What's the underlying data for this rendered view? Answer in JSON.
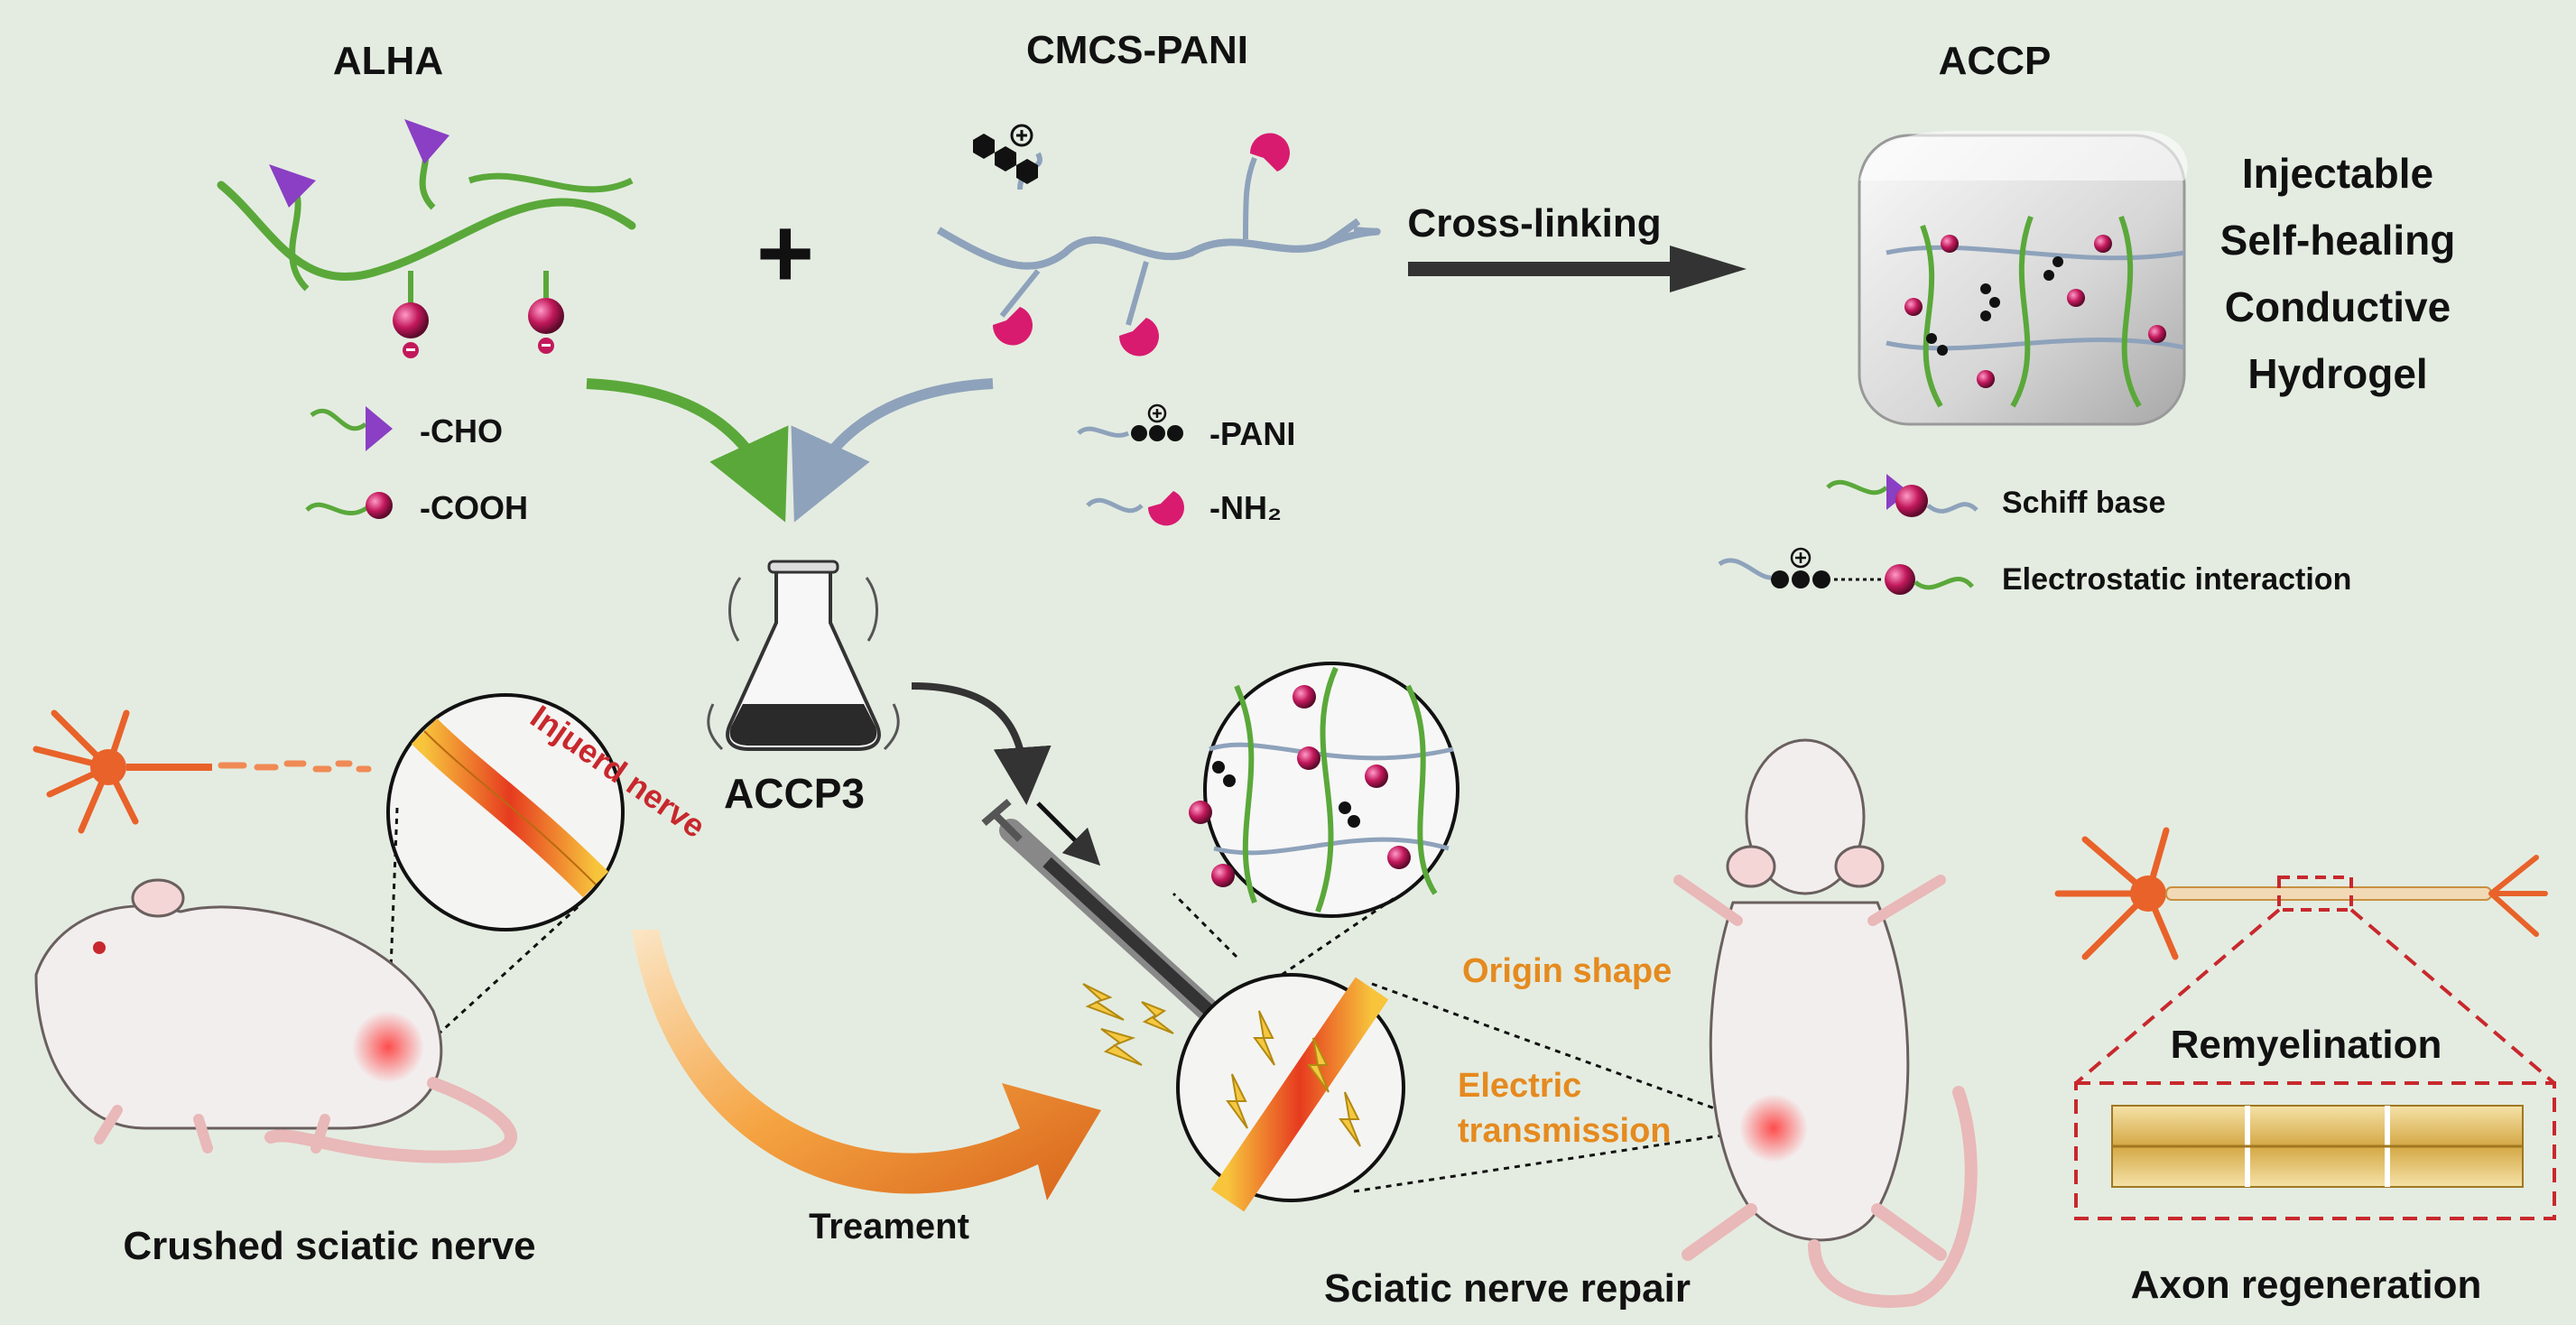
{
  "titles": {
    "alha": "ALHA",
    "cmcs_pani": "CMCS-PANI",
    "accp": "ACCP",
    "accp3": "ACCP3"
  },
  "plus": "+",
  "arrow_label": "Cross-linking",
  "properties": [
    "Injectable",
    "Self-healing",
    "Conductive",
    "Hydrogel"
  ],
  "legend_left": {
    "cho": "-CHO",
    "cooh": "-COOH"
  },
  "legend_mid": {
    "pani": "-PANI",
    "nh2": "-NH₂"
  },
  "bond_legend": {
    "schiff": "Schiff base",
    "electrostatic": "Electrostatic interaction"
  },
  "bottom": {
    "injured": "Injuerd nerve",
    "crushed": "Crushed sciatic nerve",
    "treatment": "Treament",
    "origin_shape": "Origin shape",
    "electric_1": "Electric",
    "electric_2": "transmission",
    "repair": "Sciatic nerve repair",
    "remyelination": "Remyelination",
    "axon": "Axon regeneration"
  },
  "colors": {
    "background": "#e4ece1",
    "alha_chain": "#5aa83a",
    "cmcs_chain": "#8ea2bb",
    "aldehyde": "#8a3fc4",
    "carboxyl": "#c2185b",
    "amine": "#d81b6f",
    "orange_text": "#e58a1f",
    "red_text": "#c8282d"
  }
}
